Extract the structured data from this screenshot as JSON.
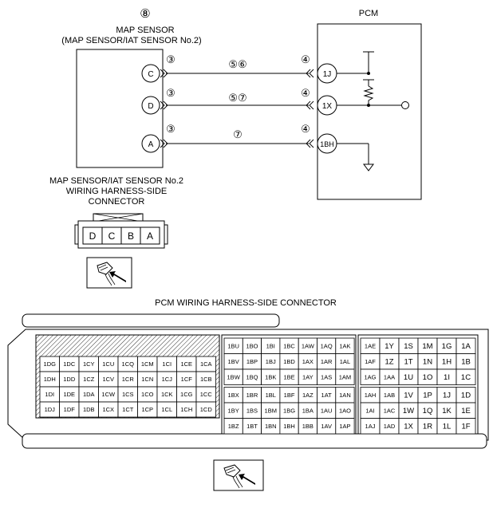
{
  "component_ref": "⑧",
  "map_sensor": {
    "title": "MAP SENSOR",
    "subtitle": "(MAP SENSOR/IAT SENSOR No.2)",
    "pins": [
      "C",
      "D",
      "A"
    ]
  },
  "pcm": {
    "title": "PCM",
    "pins": [
      "1J",
      "1X",
      "1BH"
    ]
  },
  "wires": [
    {
      "sensor_conn": "③",
      "pcm_conn": "④",
      "label": "⑤⑥"
    },
    {
      "sensor_conn": "③",
      "pcm_conn": "④",
      "label": "⑤⑦"
    },
    {
      "sensor_conn": "③",
      "pcm_conn": "④",
      "label": "⑦"
    }
  ],
  "sensor_connector": {
    "caption": [
      "MAP SENSOR/IAT SENSOR No.2",
      "WIRING HARNESS-SIDE",
      "CONNECTOR"
    ],
    "pins": [
      "D",
      "C",
      "B",
      "A"
    ]
  },
  "pcm_connector": {
    "caption": "PCM WIRING HARNESS-SIDE CONNECTOR",
    "block1": [
      [
        "1DG",
        "1DC",
        "1CY",
        "1CU",
        "1CQ",
        "1CM",
        "1CI",
        "1CE",
        "1CA"
      ],
      [
        "1DH",
        "1DD",
        "1CZ",
        "1CV",
        "1CR",
        "1CN",
        "1CJ",
        "1CF",
        "1CB"
      ],
      [
        "1DI",
        "1DE",
        "1DA",
        "1CW",
        "1CS",
        "1CO",
        "1CK",
        "1CG",
        "1CC"
      ],
      [
        "1DJ",
        "1DF",
        "1DB",
        "1CX",
        "1CT",
        "1CP",
        "1CL",
        "1CH",
        "1CD"
      ]
    ],
    "block2": [
      [
        "1BU",
        "1BO",
        "1BI",
        "1BC",
        "1AW",
        "1AQ",
        "1AK"
      ],
      [
        "1BV",
        "1BP",
        "1BJ",
        "1BD",
        "1AX",
        "1AR",
        "1AL"
      ],
      [
        "1BW",
        "1BQ",
        "1BK",
        "1BE",
        "1AY",
        "1AS",
        "1AM"
      ],
      [
        "1BX",
        "1BR",
        "1BL",
        "1BF",
        "1AZ",
        "1AT",
        "1AN"
      ],
      [
        "1BY",
        "1BS",
        "1BM",
        "1BG",
        "1BA",
        "1AU",
        "1AO"
      ],
      [
        "1BZ",
        "1BT",
        "1BN",
        "1BH",
        "1BB",
        "1AV",
        "1AP"
      ]
    ],
    "block3": [
      [
        "1AE",
        "1Y",
        "1S",
        "1M",
        "1G",
        "1A"
      ],
      [
        "1AF",
        "1Z",
        "1T",
        "1N",
        "1H",
        "1B"
      ],
      [
        "1AG",
        "1AA",
        "1U",
        "1O",
        "1I",
        "1C"
      ],
      [
        "1AH",
        "1AB",
        "1V",
        "1P",
        "1J",
        "1D"
      ],
      [
        "1AI",
        "1AC",
        "1W",
        "1Q",
        "1K",
        "1E"
      ],
      [
        "1AJ",
        "1AD",
        "1X",
        "1R",
        "1L",
        "1F"
      ]
    ]
  }
}
